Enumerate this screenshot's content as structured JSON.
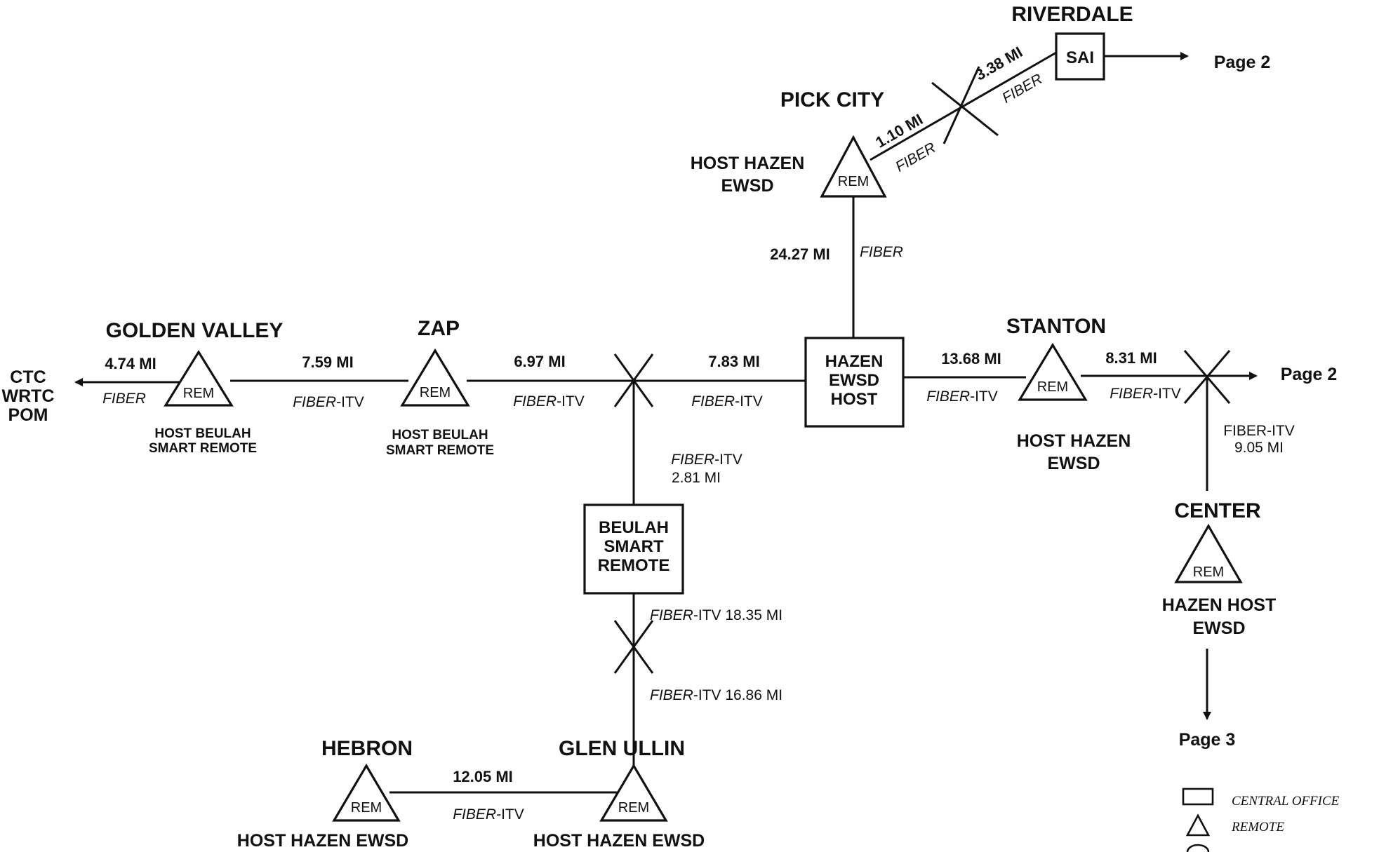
{
  "sites": {
    "riverdale": "RIVERDALE",
    "pick_city": "PICK CITY",
    "golden_valley": "GOLDEN VALLEY",
    "zap": "ZAP",
    "stanton": "STANTON",
    "center": "CENTER",
    "hebron": "HEBRON",
    "glen_ullin": "GLEN ULLIN"
  },
  "host_labels": {
    "pick_city": [
      "HOST HAZEN",
      "EWSD"
    ],
    "golden_valley": [
      "HOST BEULAH",
      "SMART REMOTE"
    ],
    "zap": [
      "HOST BEULAH",
      "SMART REMOTE"
    ],
    "stanton": [
      "HOST HAZEN",
      "EWSD"
    ],
    "center": [
      "HAZEN HOST",
      "EWSD"
    ],
    "hebron": "HOST HAZEN EWSD",
    "glen_ullin": "HOST HAZEN EWSD"
  },
  "boxes": {
    "hazen": [
      "HAZEN",
      "EWSD",
      "HOST"
    ],
    "beulah": [
      "BEULAH",
      "SMART",
      "REMOTE"
    ],
    "sai": "SAI"
  },
  "node_label": "REM",
  "external": {
    "ctc": [
      "CTC",
      "WRTC",
      "POM"
    ],
    "page2_top": "Page 2",
    "page2_right": "Page 2",
    "page3": "Page 3"
  },
  "links": {
    "pick_riverdale_a_dist": "1.10 MI",
    "pick_riverdale_a_media": "FIBER",
    "pick_riverdale_b_dist": "3.38 MI",
    "pick_riverdale_b_media": "FIBER",
    "pick_hazen_dist": "24.27 MI",
    "pick_hazen_media": "FIBER",
    "golden_ctc_dist": "4.74 MI",
    "golden_ctc_media": "FIBER",
    "golden_zap_dist": "7.59 MI",
    "golden_zap_media": "FIBER",
    "zap_cross_dist": "6.97 MI",
    "zap_cross_media": "FIBER",
    "cross_hazen_dist": "7.83 MI",
    "cross_hazen_media": "FIBER",
    "hazen_stanton_dist": "13.68 MI",
    "hazen_stanton_media": "FIBER",
    "stanton_page2_dist": "8.31 MI",
    "stanton_page2_media": "FIBER",
    "center_media": "FIBER-ITV",
    "center_dist": "9.05 MI",
    "cross_beulah_media": "FIBER",
    "cross_beulah_dist": "2.81 MI",
    "beulah_cross_media": "FIBER",
    "beulah_cross_dist": "18.35 MI",
    "cross_glen_media": "FIBER",
    "cross_glen_dist": "16.86 MI",
    "hebron_glen_dist": "12.05 MI",
    "hebron_glen_media": "FIBER",
    "itv_suffix": "-ITV"
  },
  "legend": {
    "central_office": "CENTRAL OFFICE",
    "remote": "REMOTE"
  }
}
